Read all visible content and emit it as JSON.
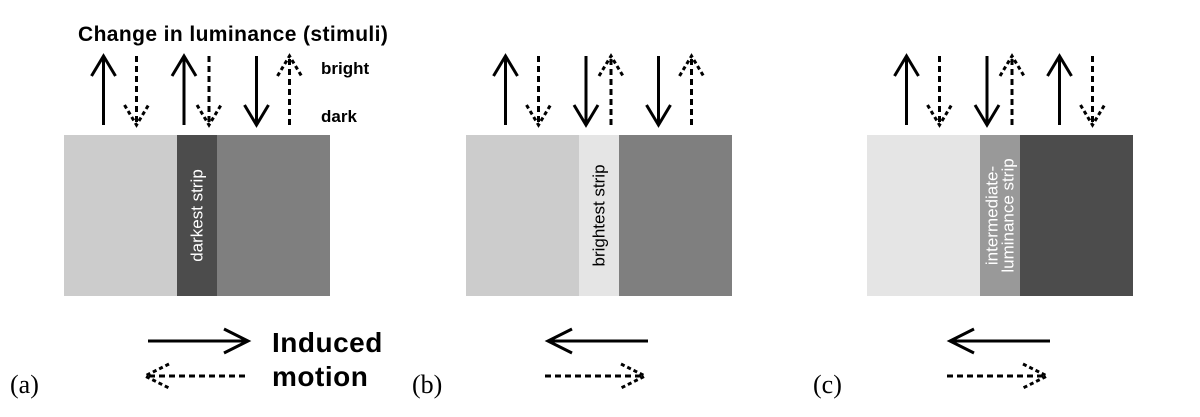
{
  "figure": {
    "title": "Change in luminance (stimuli)",
    "legend": {
      "bright_label": "bright",
      "dark_label": "dark"
    },
    "induced_motion_label": [
      "Induced",
      "motion"
    ],
    "colors": {
      "arrow": "#000000",
      "light_gray": "#cccccc",
      "lightest_gray": "#e5e5e5",
      "mid_gray": "#7f7f7f",
      "mid_light_gray": "#999999",
      "dark_gray": "#4c4c4c"
    }
  },
  "panels": [
    {
      "label": "(a)",
      "strip_label": [
        "darkest strip"
      ],
      "strip_text_color": "#ffffff",
      "regions": [
        {
          "name": "left",
          "color": "#cccccc"
        },
        {
          "name": "strip",
          "color": "#4c4c4c"
        },
        {
          "name": "right",
          "color": "#7f7f7f"
        }
      ],
      "luminance_change_arrows": [
        {
          "region": "left",
          "solid": "up",
          "dashed": "down"
        },
        {
          "region": "strip",
          "solid": "up",
          "dashed": "down"
        },
        {
          "region": "right",
          "solid": "down",
          "dashed": "up"
        }
      ],
      "induced_motion": {
        "solid": "right",
        "dashed": "left"
      }
    },
    {
      "label": "(b)",
      "strip_label": [
        "brightest strip"
      ],
      "strip_text_color": "#000000",
      "regions": [
        {
          "name": "left",
          "color": "#cccccc"
        },
        {
          "name": "strip",
          "color": "#e5e5e5"
        },
        {
          "name": "right",
          "color": "#7f7f7f"
        }
      ],
      "luminance_change_arrows": [
        {
          "region": "left",
          "solid": "up",
          "dashed": "down"
        },
        {
          "region": "strip",
          "solid": "down",
          "dashed": "up"
        },
        {
          "region": "right",
          "solid": "down",
          "dashed": "up"
        }
      ],
      "induced_motion": {
        "solid": "left",
        "dashed": "right"
      }
    },
    {
      "label": "(c)",
      "strip_label": [
        "intermediate-",
        "luminance strip"
      ],
      "strip_text_color": "#ffffff",
      "regions": [
        {
          "name": "left",
          "color": "#e5e5e5"
        },
        {
          "name": "strip",
          "color": "#999999"
        },
        {
          "name": "right",
          "color": "#4c4c4c"
        }
      ],
      "luminance_change_arrows": [
        {
          "region": "left",
          "solid": "up",
          "dashed": "down"
        },
        {
          "region": "strip",
          "solid": "down",
          "dashed": "up"
        },
        {
          "region": "right",
          "solid": "up",
          "dashed": "down"
        }
      ],
      "induced_motion": {
        "solid": "left",
        "dashed": "right"
      }
    }
  ]
}
